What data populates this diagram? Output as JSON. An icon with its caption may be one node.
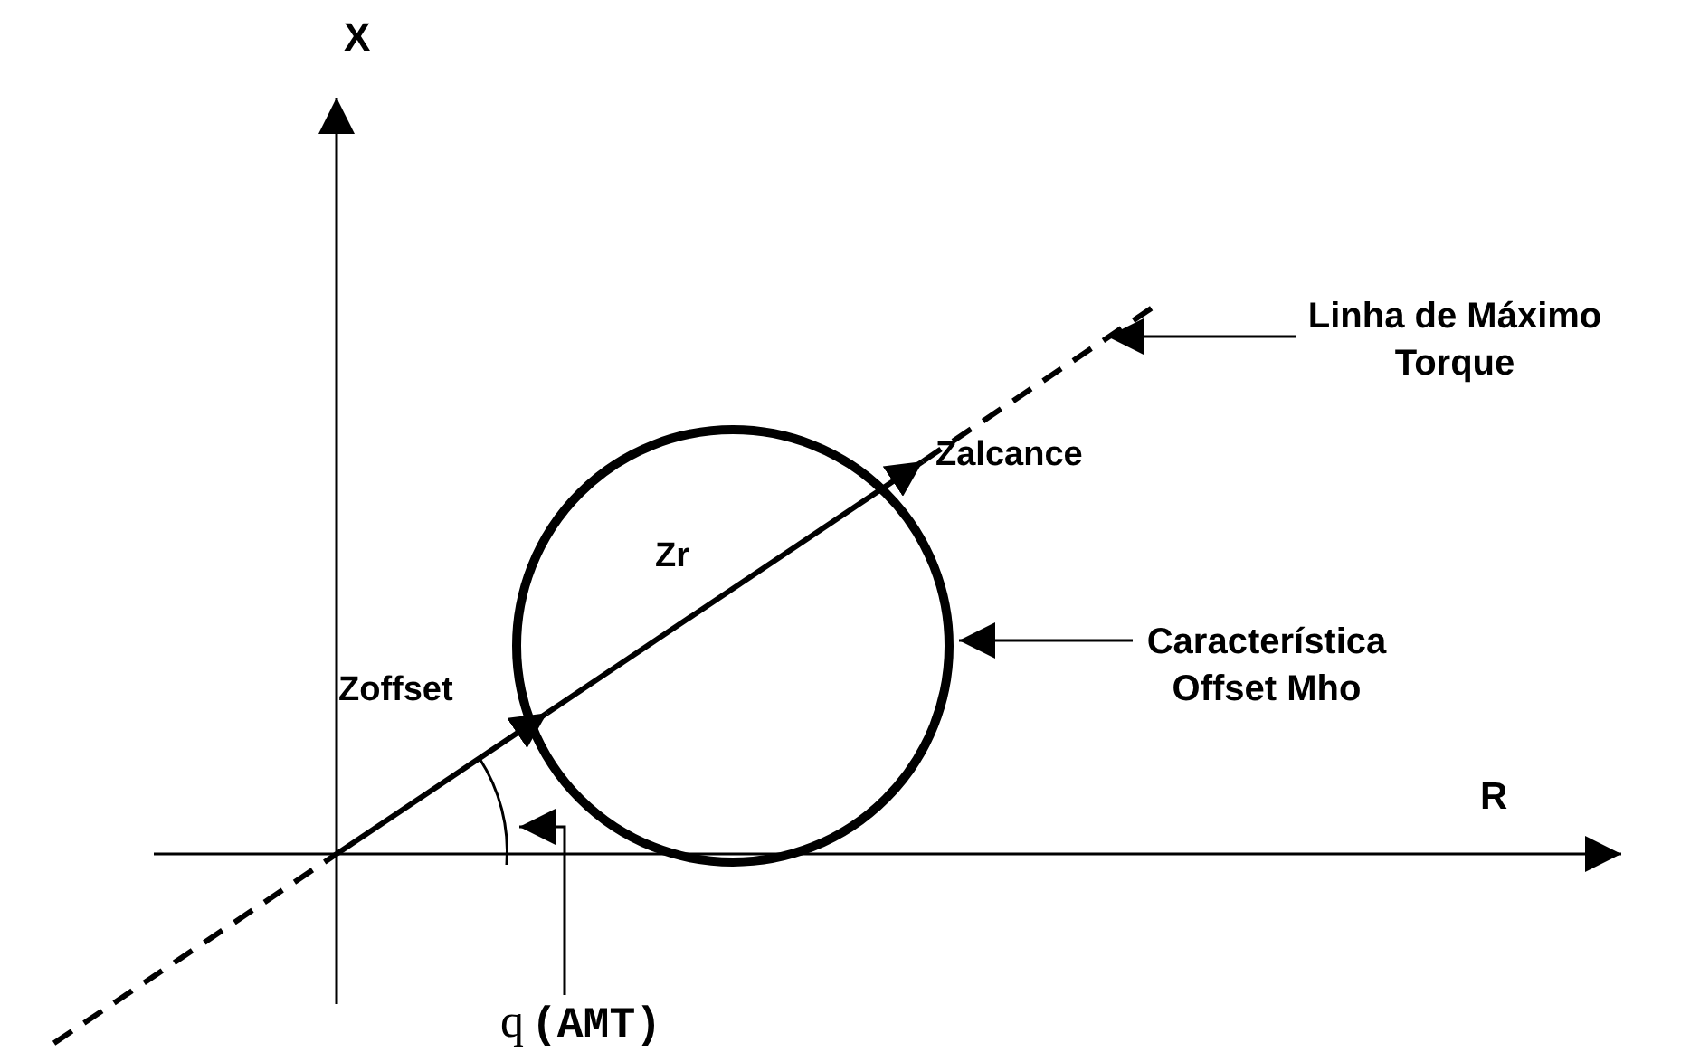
{
  "diagram": {
    "nodes": [
      {
        "text": [
          "Linha de Máximo Torque"
        ]
      },
      {
        "text": [
          "Característica Offset Mho"
        ]
      },
      {
        "text": [],
        "shape": "circle"
      },
      {
        "text": [
          "q",
          "(AMT)"
        ]
      },
      {
        "text": [],
        "shape": "arc"
      }
    ],
    "edges": [
      {
        "from": 0,
        "to": null,
        "arrow": "to"
      },
      {
        "from": 1,
        "to": 2,
        "arrow": "to"
      },
      {
        "from": 3,
        "to": 4,
        "arrow": "to"
      }
    ],
    "labels": [
      "X",
      "R",
      "Zr",
      "Zoffset",
      "Zalcance"
    ]
  }
}
